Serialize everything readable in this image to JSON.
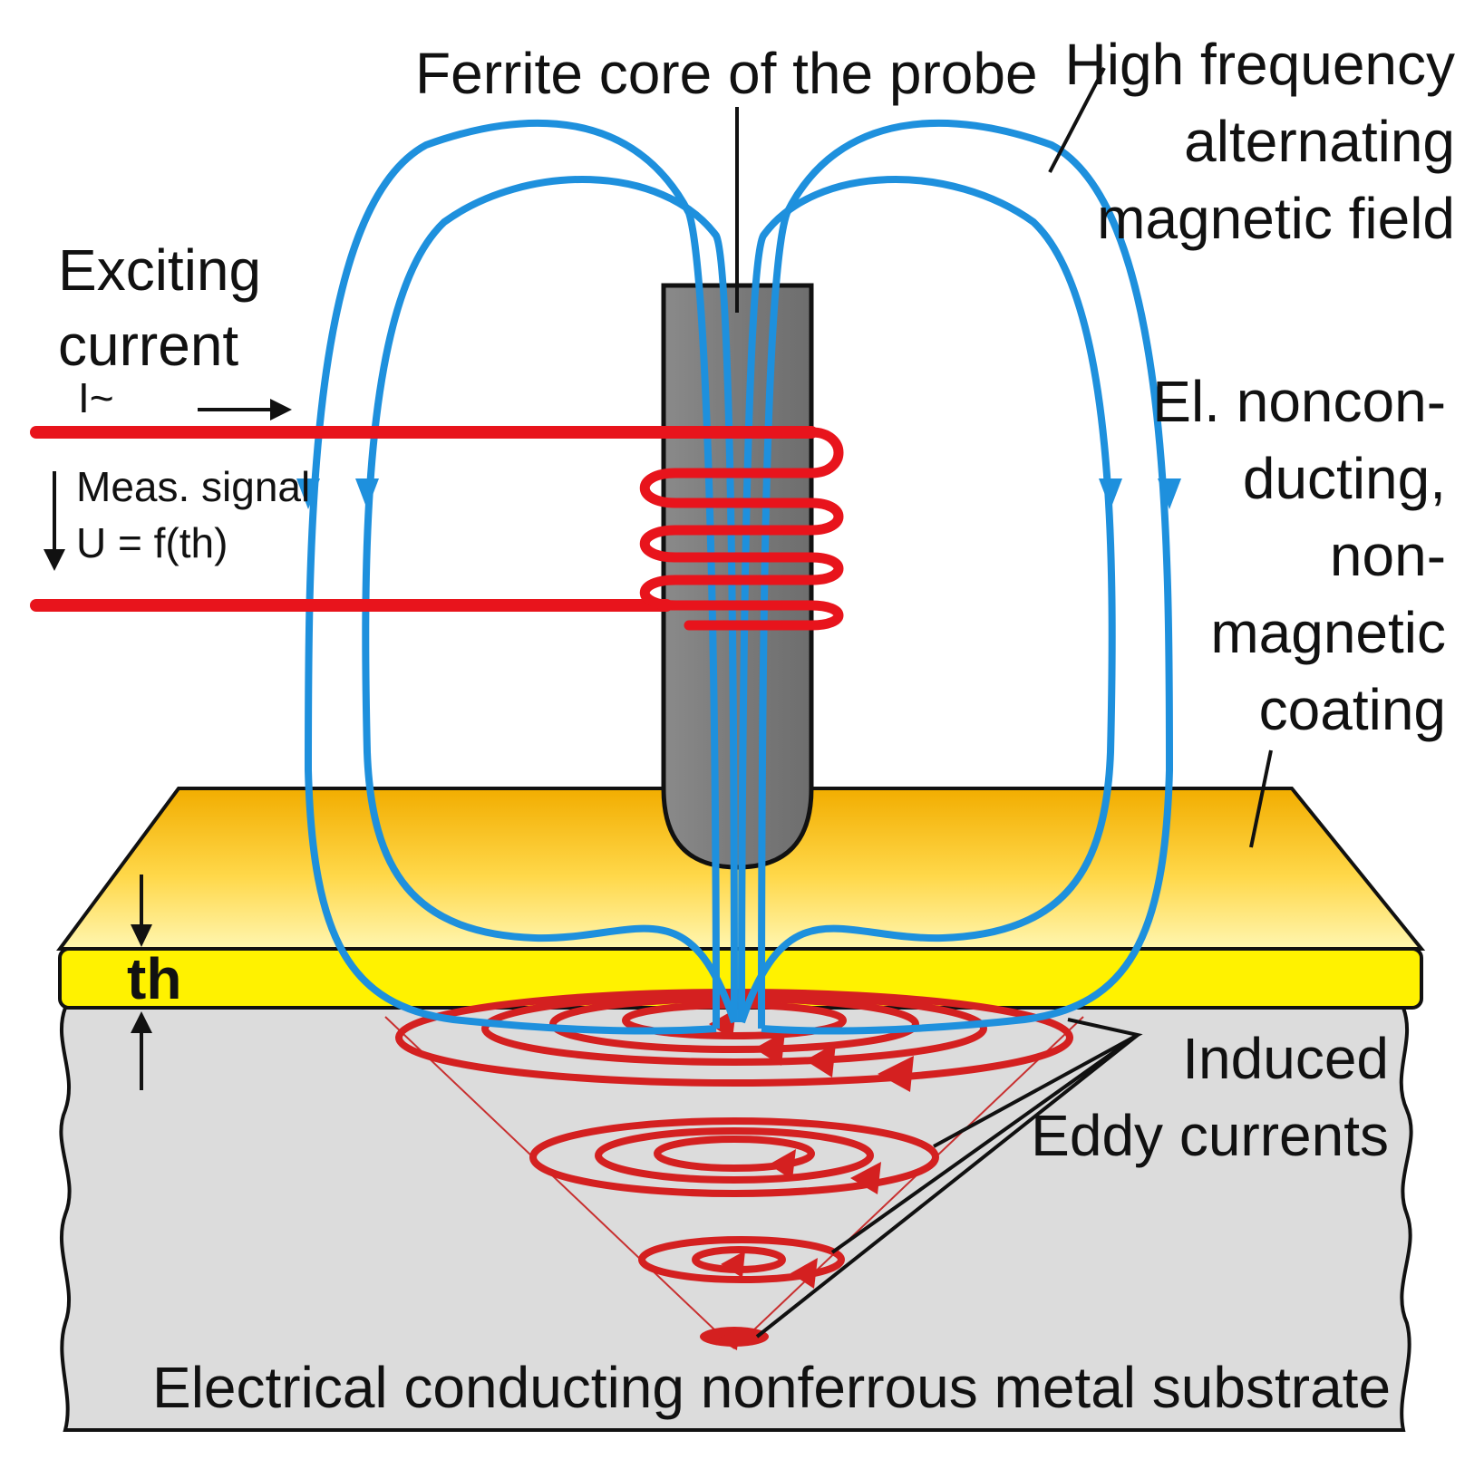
{
  "labels": {
    "ferrite_core": "Ferrite core of the probe",
    "field_line1": "High frequency",
    "field_line2": "alternating",
    "field_line3": "magnetic field",
    "exciting_line1": "Exciting",
    "exciting_line2": "current",
    "exciting_symbol": "I~",
    "meas_line1": "Meas. signal",
    "meas_line2": "U = f(th)",
    "coating_line1": "El. noncon-",
    "coating_line2": "ducting,",
    "coating_line3": "non-",
    "coating_line4": "magnetic",
    "coating_line5": "coating",
    "thickness": "th",
    "eddy_line1": "Induced",
    "eddy_line2": "Eddy currents",
    "substrate": "Electrical conducting nonferrous metal substrate"
  },
  "colors": {
    "field_lines": "#1e90dd",
    "coil_and_wires": "#e8141c",
    "eddy_currents": "#d42020",
    "probe_core": "#7a7a7a",
    "coating_top": "#f4b400",
    "coating_edge": "#fff200",
    "substrate": "#dcdcdc",
    "outline": "#111111"
  }
}
